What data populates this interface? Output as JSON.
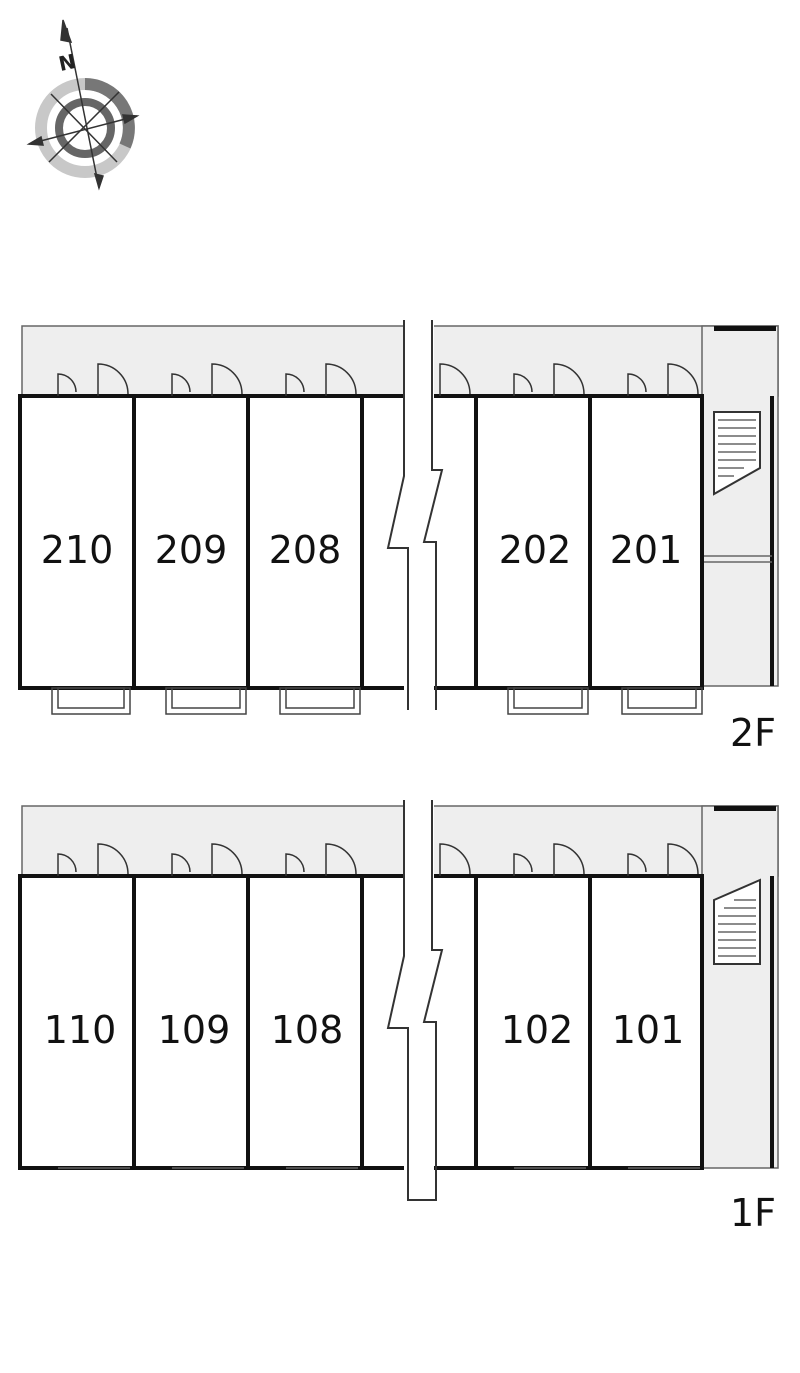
{
  "compass": {
    "north_label": "N",
    "icon": "compass-rose-icon"
  },
  "floors": [
    {
      "id": "floor-2",
      "label": "2F",
      "units": [
        "210",
        "209",
        "208",
        "202",
        "201"
      ]
    },
    {
      "id": "floor-1",
      "label": "1F",
      "units": [
        "110",
        "109",
        "108",
        "102",
        "101"
      ]
    }
  ],
  "colors": {
    "wall": "#111111",
    "corridor_fill": "#eeeeee",
    "outline": "#666666"
  }
}
